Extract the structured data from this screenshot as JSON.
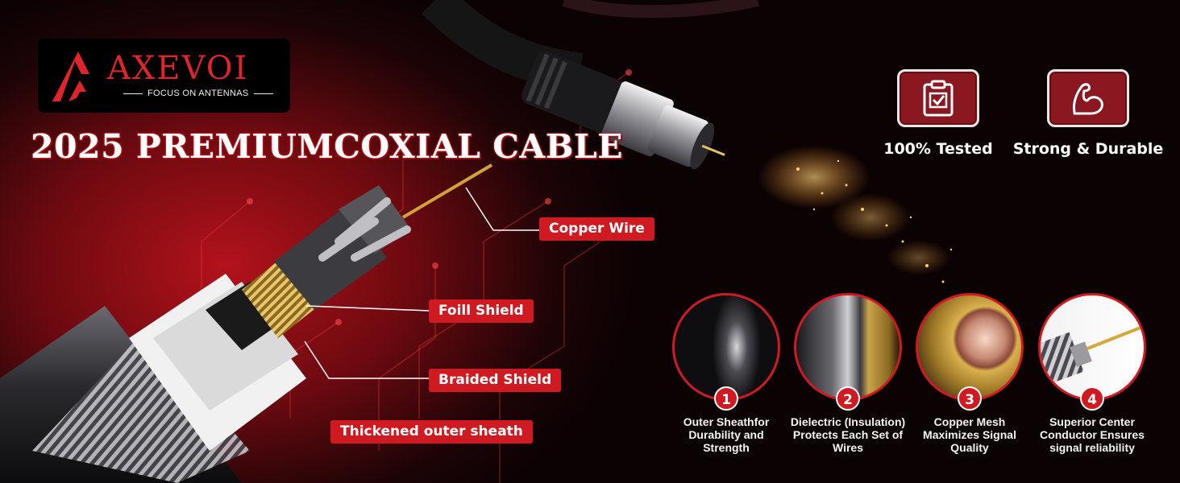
{
  "logo": {
    "brand": "AXEVOI",
    "tagline": "FOCUS ON ANTENNAS"
  },
  "headline": "2025 PREMIUMCOXIAL CABLE",
  "features": [
    {
      "label": "100% Tested",
      "icon": "clipboard-check-icon"
    },
    {
      "label": "Strong & Durable",
      "icon": "flexed-arm-icon"
    }
  ],
  "callouts": {
    "copper_wire": "Copper Wire",
    "foil_shield": "Foill Shield",
    "braided_shield": "Braided Shield",
    "outer_sheath": "Thickened outer sheath"
  },
  "steps": [
    {
      "number": "1",
      "text": "Outer Sheathfor Durability and Strength"
    },
    {
      "number": "2",
      "text": "Dielectric (Insulation) Protects Each Set of Wires"
    },
    {
      "number": "3",
      "text": "Copper Mesh Maximizes Signal Quality"
    },
    {
      "number": "4",
      "text": "Superior Center Conductor Ensures signal reliability"
    }
  ],
  "colors": {
    "accent_red": "#d01a21",
    "background": "#050203",
    "text": "#ffffff"
  }
}
